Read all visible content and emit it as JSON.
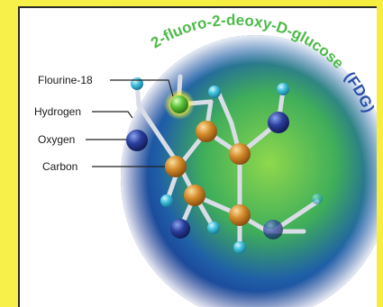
{
  "labels": {
    "fluorine": "Flourine-18",
    "hydrogen": "Hydrogen",
    "oxygen": "Oxygen",
    "carbon": "Carbon"
  },
  "title": {
    "compound": "2-fluoro-2-deoxy-D-glucose",
    "abbreviation": "(FDG)"
  },
  "colors": {
    "frame": "#f5ed3c",
    "title_green": "#4dba4a",
    "title_blue": "#2a4fa8",
    "fluorine": "#5bc23a",
    "hydrogen": "#3fc0dc",
    "oxygen": "#2b3f9c",
    "carbon": "#d48a2a"
  }
}
